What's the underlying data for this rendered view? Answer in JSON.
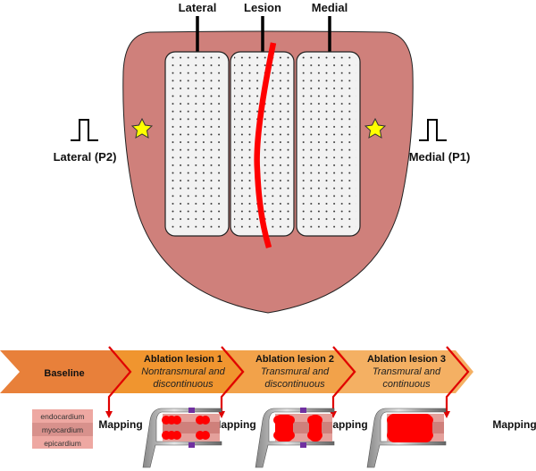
{
  "top_diagram": {
    "electrode_labels": [
      "Lateral",
      "Lesion",
      "Medial"
    ],
    "pacing_sites": [
      {
        "label": "Lateral (P2)",
        "side": "left",
        "icon": "pulse-icon",
        "marker": "star-icon"
      },
      {
        "label": "Medial (P1)",
        "side": "right",
        "icon": "pulse-icon",
        "marker": "star-icon"
      }
    ]
  },
  "timeline": {
    "stages": [
      {
        "title": "Baseline",
        "subtitle": [],
        "color": "#e8803a"
      },
      {
        "title": "Ablation lesion 1",
        "subtitle": [
          "Nontransmural and",
          "discontinuous"
        ],
        "color": "#f0952f"
      },
      {
        "title": "Ablation lesion 2",
        "subtitle": [
          "Transmural and",
          "discontinuous"
        ],
        "color": "#f2a24a"
      },
      {
        "title": "Ablation lesion 3",
        "subtitle": [
          "Transmural and",
          "continuous"
        ],
        "color": "#f4b063"
      }
    ],
    "mapping_label": "Mapping",
    "tissue_layers": [
      "endocardium",
      "myocardium",
      "epicardium"
    ]
  },
  "colors": {
    "tissue": "#cf807b",
    "lesion": "#ff0000",
    "electrode_fill": "#f2f2f2",
    "star": "#ffff00",
    "clamp_marker": "#7030a0"
  }
}
